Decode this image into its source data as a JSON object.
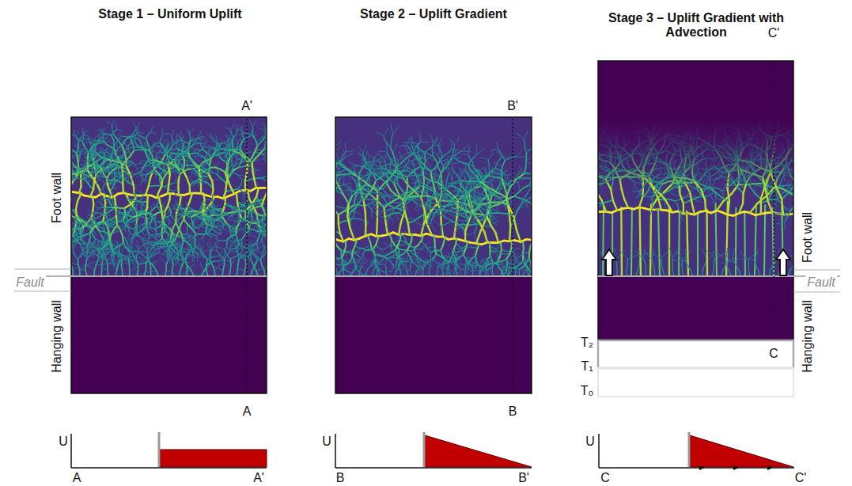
{
  "diagram": {
    "labels": [
      "Stage 1 – Uniform Uplift",
      "Stage 2 – Uplift Gradient",
      "Stage 3 – Uplift Gradient with Advection",
      "A'",
      "Foot wall",
      "Fault",
      "Hanging wall",
      "A",
      "U",
      "A",
      "A'",
      "B'",
      "B",
      "U",
      "B",
      "B'",
      "C'",
      "Foot wall",
      "Fault",
      "Hanging wall",
      "T₂",
      "C",
      "T₁",
      "T₀",
      "U",
      "C",
      "C'"
    ]
  }
}
